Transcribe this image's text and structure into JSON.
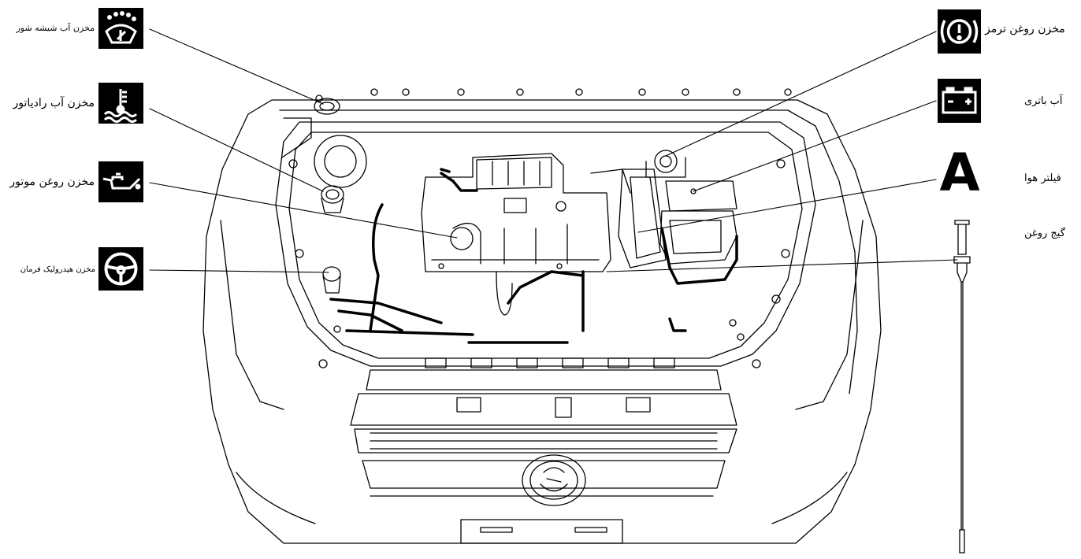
{
  "labels": {
    "washer_reservoir": "مخزن آب شیشه شور",
    "radiator_reservoir": "مخزن آب رادیاتور",
    "engine_oil_reservoir": "مخزن روغن موتور",
    "power_steering_reservoir": "مخزن هیدرولیک فرمان",
    "brake_fluid_reservoir": "مخزن روغن ترمز",
    "battery_water": "آب باتری",
    "air_filter": "فیلتر هوا",
    "oil_dipstick": "گیج روغن"
  },
  "icons": {
    "washer": "windshield-washer-icon",
    "radiator": "coolant-temperature-icon",
    "engine_oil": "oil-can-icon",
    "steering": "steering-wheel-icon",
    "brake": "brake-warning-icon",
    "battery": "battery-icon",
    "air_filter": "letter-a-icon",
    "dipstick": "dipstick-icon"
  },
  "air_filter_glyph": "A",
  "colors": {
    "ink": "#000000",
    "background": "#ffffff"
  }
}
